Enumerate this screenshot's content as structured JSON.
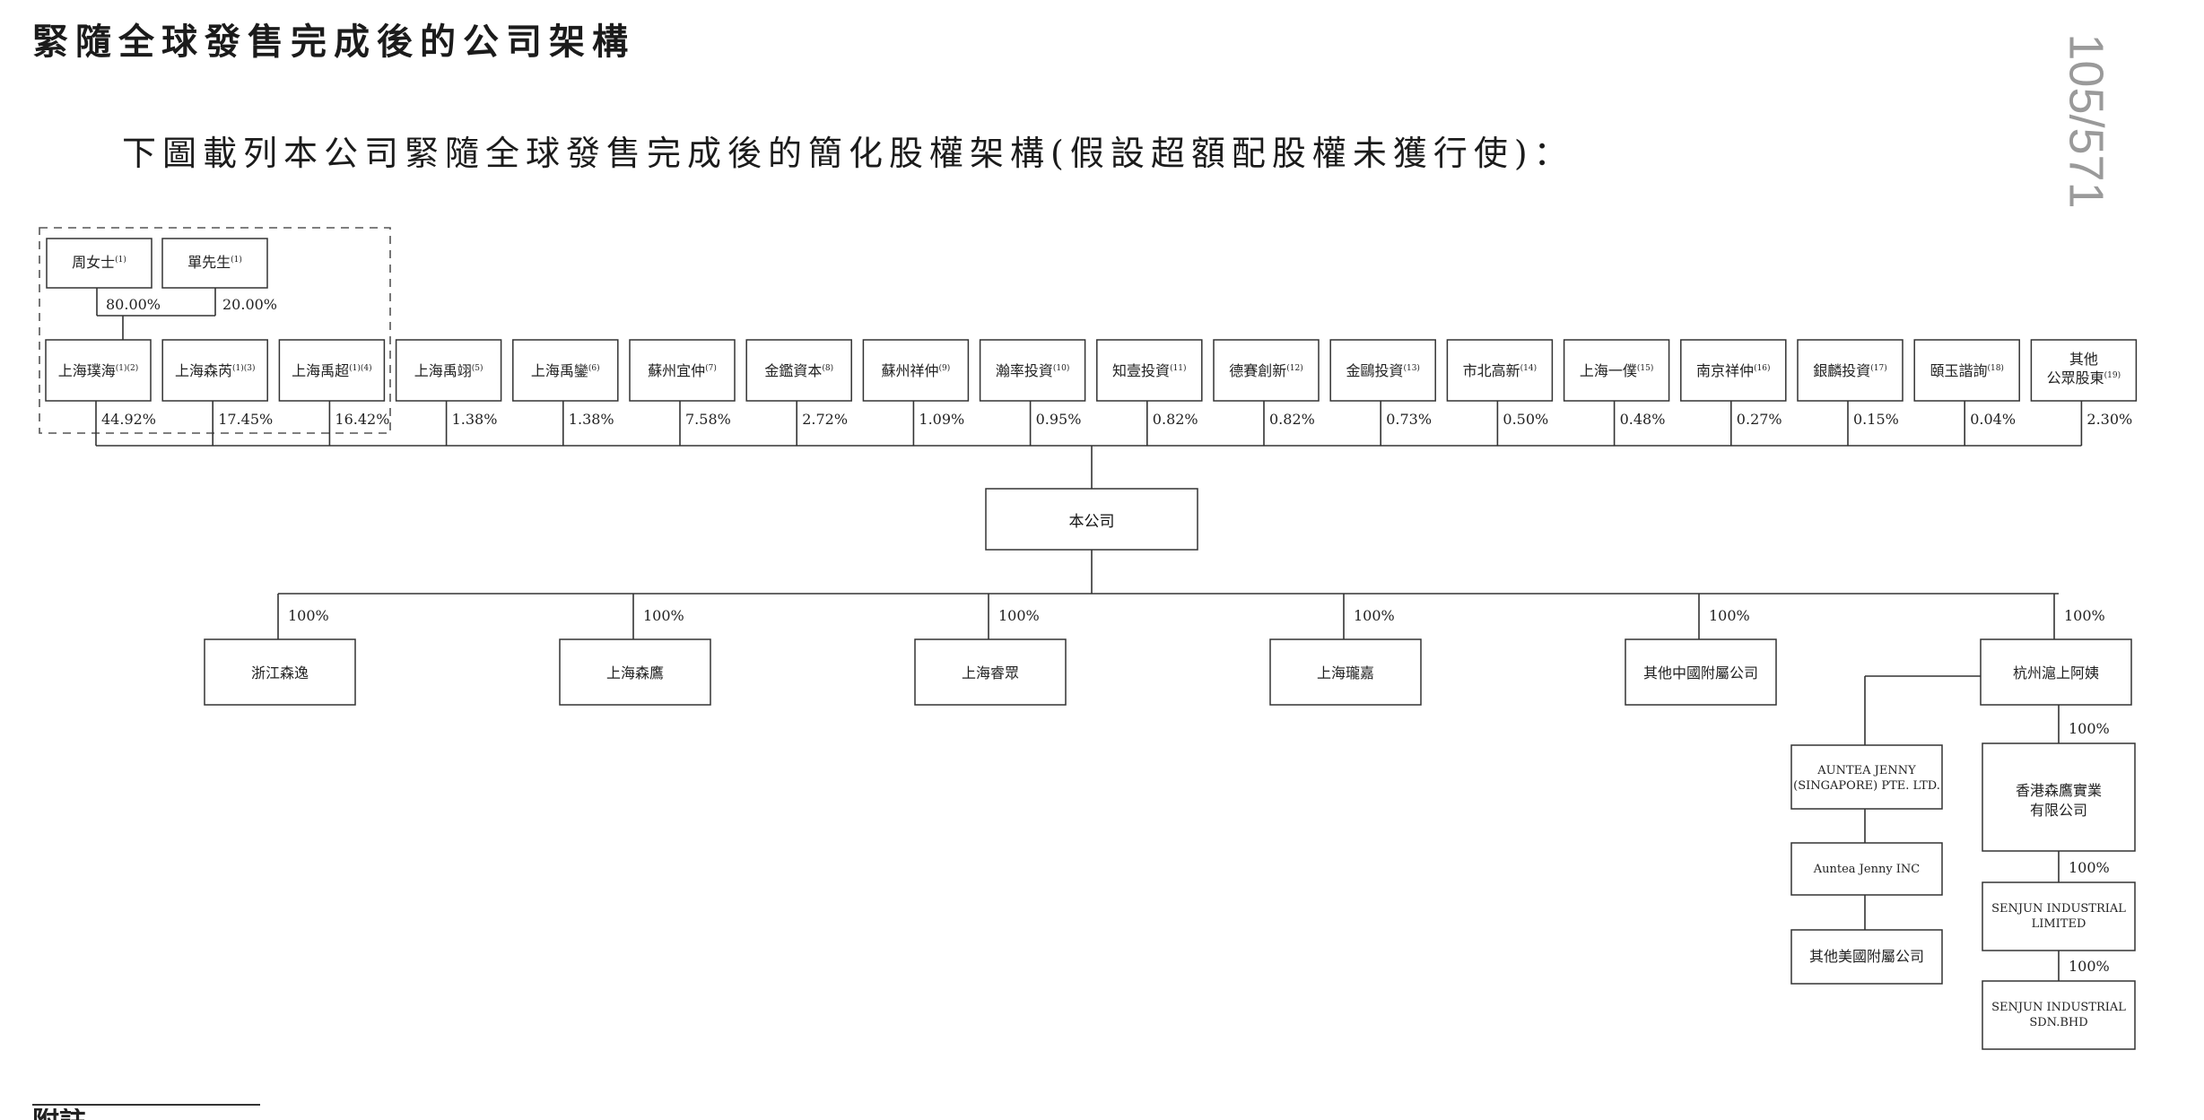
{
  "title": "緊隨全球發售完成後的公司架構",
  "intro": "下圖載列本公司緊隨全球發售完成後的簡化股權架構(假設超額配股權未獲行使)：",
  "page_number": "105/571",
  "footer_note": "附註",
  "founders": [
    {
      "name": "周女士",
      "note": "(1)",
      "share": "80.00%"
    },
    {
      "name": "單先生",
      "note": "(1)",
      "share": "20.00%"
    }
  ],
  "shareholders": [
    {
      "name": "上海璞海",
      "note": "(1)(2)",
      "share": "44.92%"
    },
    {
      "name": "上海森芮",
      "note": "(1)(3)",
      "share": "17.45%"
    },
    {
      "name": "上海禹超",
      "note": "(1)(4)",
      "share": "16.42%"
    },
    {
      "name": "上海禹翊",
      "note": "(5)",
      "share": "1.38%"
    },
    {
      "name": "上海禹鑾",
      "note": "(6)",
      "share": "1.38%"
    },
    {
      "name": "蘇州宜仲",
      "note": "(7)",
      "share": "7.58%"
    },
    {
      "name": "金鑑資本",
      "note": "(8)",
      "share": "2.72%"
    },
    {
      "name": "蘇州祥仲",
      "note": "(9)",
      "share": "1.09%"
    },
    {
      "name": "瀚率投資",
      "note": "(10)",
      "share": "0.95%"
    },
    {
      "name": "知壹投資",
      "note": "(11)",
      "share": "0.82%"
    },
    {
      "name": "德賽創新",
      "note": "(12)",
      "share": "0.82%"
    },
    {
      "name": "金鷗投資",
      "note": "(13)",
      "share": "0.73%"
    },
    {
      "name": "市北高新",
      "note": "(14)",
      "share": "0.50%"
    },
    {
      "name": "上海一僕",
      "note": "(15)",
      "share": "0.48%"
    },
    {
      "name": "南京祥仲",
      "note": "(16)",
      "share": "0.27%"
    },
    {
      "name": "銀麟投資",
      "note": "(17)",
      "share": "0.15%"
    },
    {
      "name": "頤玉諧詢",
      "note": "(18)",
      "share": "0.04%"
    },
    {
      "name": "其他",
      "name2": "公眾股東",
      "note": "(19)",
      "share": "2.30%"
    }
  ],
  "company": "本公司",
  "subsidiaries": [
    {
      "name": "浙江森逸",
      "share": "100%"
    },
    {
      "name": "上海森鷹",
      "share": "100%"
    },
    {
      "name": "上海睿眾",
      "share": "100%"
    },
    {
      "name": "上海瓏嘉",
      "share": "100%"
    },
    {
      "name": "其他中國附屬公司",
      "share": "100%"
    },
    {
      "name": "杭州滬上阿姨",
      "share": "100%"
    }
  ],
  "hangzhou_children": {
    "left": [
      {
        "name": "AUNTEA JENNY",
        "name2": "(SINGAPORE) PTE. LTD."
      },
      {
        "name": "Auntea Jenny INC"
      },
      {
        "name": "其他美國附屬公司"
      }
    ],
    "right": [
      {
        "name": "香港森鷹實業",
        "name2": "有限公司",
        "share": "100%"
      },
      {
        "name": "SENJUN INDUSTRIAL",
        "name2": "LIMITED",
        "share": "100%"
      },
      {
        "name": "SENJUN INDUSTRIAL",
        "name2": "SDN.BHD",
        "share": "100%"
      }
    ]
  }
}
